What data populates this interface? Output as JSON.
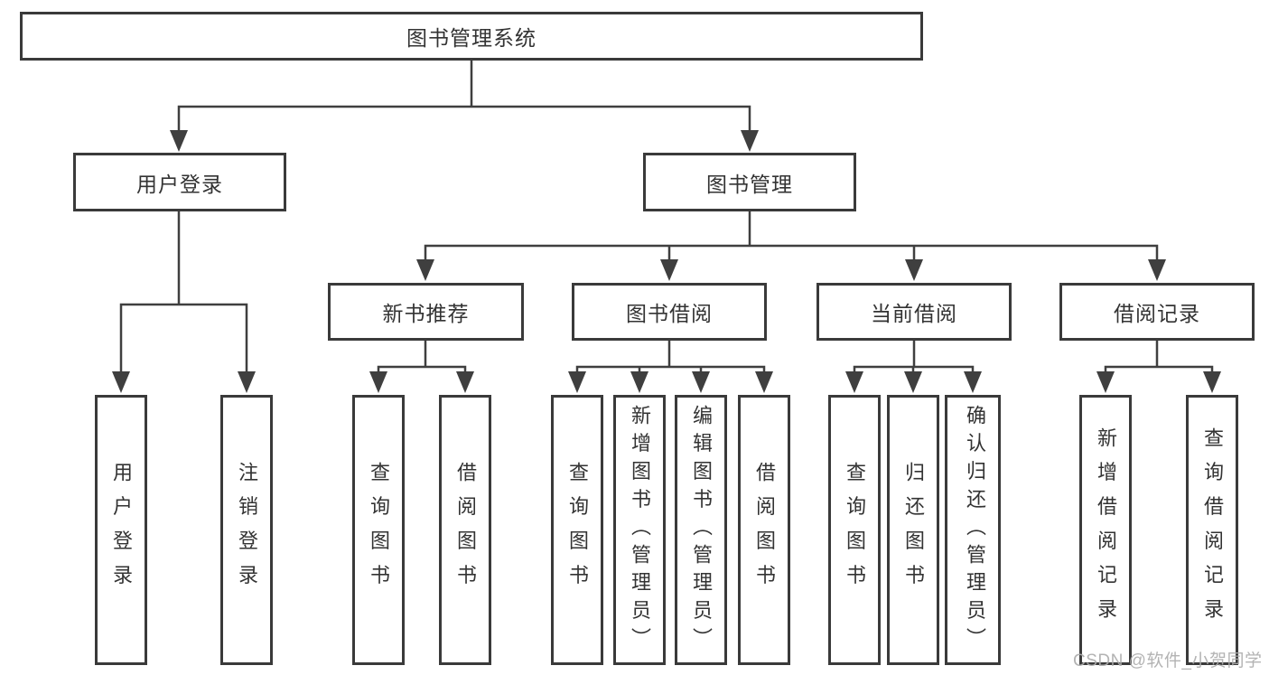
{
  "tree": {
    "root": {
      "label": "图书管理系统"
    },
    "level2": [
      {
        "label": "用户登录"
      },
      {
        "label": "图书管理"
      }
    ],
    "level3": [
      {
        "label": "新书推荐",
        "parent": "图书管理"
      },
      {
        "label": "图书借阅",
        "parent": "图书管理"
      },
      {
        "label": "当前借阅",
        "parent": "图书管理"
      },
      {
        "label": "借阅记录",
        "parent": "图书管理"
      }
    ],
    "leaves": [
      {
        "label": "用户登录",
        "parent": "用户登录"
      },
      {
        "label": "注销登录",
        "parent": "用户登录"
      },
      {
        "label": "查询图书",
        "parent": "新书推荐"
      },
      {
        "label": "借阅图书",
        "parent": "新书推荐"
      },
      {
        "label": "查询图书",
        "parent": "图书借阅"
      },
      {
        "label": "新增图书（管理员）",
        "parent": "图书借阅"
      },
      {
        "label": "编辑图书（管理员）",
        "parent": "图书借阅"
      },
      {
        "label": "借阅图书",
        "parent": "图书借阅"
      },
      {
        "label": "查询图书",
        "parent": "当前借阅"
      },
      {
        "label": "归还图书",
        "parent": "当前借阅"
      },
      {
        "label": "确认归还（管理员）",
        "parent": "当前借阅"
      },
      {
        "label": "新增借阅记录",
        "parent": "借阅记录"
      },
      {
        "label": "查询借阅记录",
        "parent": "借阅记录"
      }
    ]
  },
  "watermark": {
    "text": "CSDN @软件_小贺同学",
    "color": "#acacac"
  },
  "colors": {
    "line": "#3f3f3f",
    "text": "#333333",
    "background": "#ffffff"
  }
}
